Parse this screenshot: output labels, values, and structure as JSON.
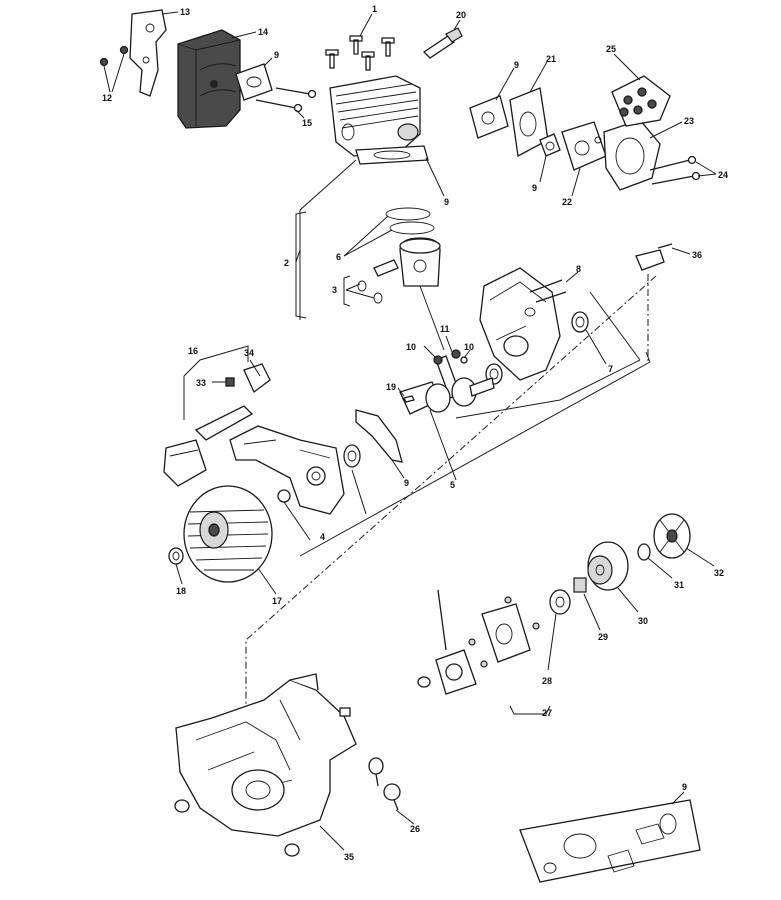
{
  "labels": [
    {
      "id": "c1",
      "text": "1"
    },
    {
      "id": "c20",
      "text": "20"
    },
    {
      "id": "c13",
      "text": "13"
    },
    {
      "id": "c14",
      "text": "14"
    },
    {
      "id": "c12",
      "text": "12"
    },
    {
      "id": "c9a",
      "text": "9"
    },
    {
      "id": "c15",
      "text": "15"
    },
    {
      "id": "c9b",
      "text": "9"
    },
    {
      "id": "c9c",
      "text": "9"
    },
    {
      "id": "c21",
      "text": "21"
    },
    {
      "id": "c25",
      "text": "25"
    },
    {
      "id": "c23",
      "text": "23"
    },
    {
      "id": "c9d",
      "text": "9"
    },
    {
      "id": "c22",
      "text": "22"
    },
    {
      "id": "c24",
      "text": "24"
    },
    {
      "id": "c2",
      "text": "2"
    },
    {
      "id": "c6",
      "text": "6"
    },
    {
      "id": "c3",
      "text": "3"
    },
    {
      "id": "c36",
      "text": "36"
    },
    {
      "id": "c8",
      "text": "8"
    },
    {
      "id": "c7",
      "text": "7"
    },
    {
      "id": "c16",
      "text": "16"
    },
    {
      "id": "c34",
      "text": "34"
    },
    {
      "id": "c33",
      "text": "33"
    },
    {
      "id": "c10a",
      "text": "10"
    },
    {
      "id": "c11",
      "text": "11"
    },
    {
      "id": "c10b",
      "text": "10"
    },
    {
      "id": "c19",
      "text": "19"
    },
    {
      "id": "c9e",
      "text": "9"
    },
    {
      "id": "c5",
      "text": "5"
    },
    {
      "id": "c4",
      "text": "4"
    },
    {
      "id": "c18",
      "text": "18"
    },
    {
      "id": "c17",
      "text": "17"
    },
    {
      "id": "c32",
      "text": "32"
    },
    {
      "id": "c31",
      "text": "31"
    },
    {
      "id": "c30",
      "text": "30"
    },
    {
      "id": "c29",
      "text": "29"
    },
    {
      "id": "c28",
      "text": "28"
    },
    {
      "id": "c27",
      "text": "27"
    },
    {
      "id": "c9f",
      "text": "9"
    },
    {
      "id": "c26",
      "text": "26"
    },
    {
      "id": "c35",
      "text": "35"
    }
  ]
}
